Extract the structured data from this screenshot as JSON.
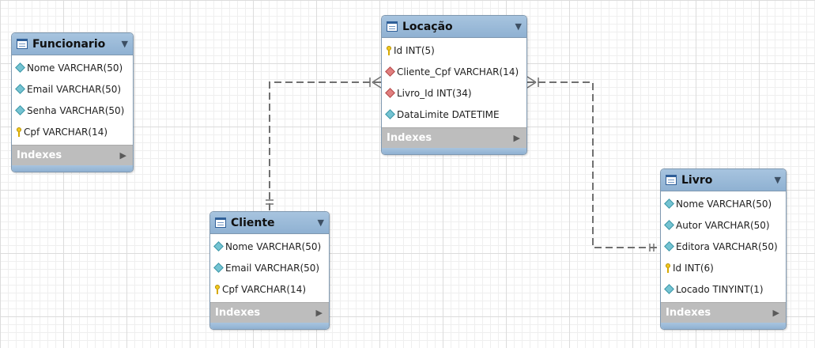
{
  "entities": {
    "funcionario": {
      "title": "Funcionario",
      "columns": [
        {
          "text": "Nome VARCHAR(50)",
          "icon": "attr"
        },
        {
          "text": "Email VARCHAR(50)",
          "icon": "attr"
        },
        {
          "text": "Senha VARCHAR(50)",
          "icon": "attr"
        },
        {
          "text": "Cpf VARCHAR(14)",
          "icon": "pk"
        }
      ],
      "indexes": "Indexes"
    },
    "locacao": {
      "title": "Locação",
      "columns": [
        {
          "text": "Id INT(5)",
          "icon": "pk"
        },
        {
          "text": "Cliente_Cpf VARCHAR(14)",
          "icon": "fk"
        },
        {
          "text": "Livro_Id INT(34)",
          "icon": "fk"
        },
        {
          "text": "DataLimite DATETIME",
          "icon": "attr"
        }
      ],
      "indexes": "Indexes"
    },
    "cliente": {
      "title": "Cliente",
      "columns": [
        {
          "text": "Nome VARCHAR(50)",
          "icon": "attr"
        },
        {
          "text": "Email VARCHAR(50)",
          "icon": "attr"
        },
        {
          "text": "Cpf VARCHAR(14)",
          "icon": "pk"
        }
      ],
      "indexes": "Indexes"
    },
    "livro": {
      "title": "Livro",
      "columns": [
        {
          "text": "Nome VARCHAR(50)",
          "icon": "attr"
        },
        {
          "text": "Autor VARCHAR(50)",
          "icon": "attr"
        },
        {
          "text": "Editora VARCHAR(50)",
          "icon": "attr"
        },
        {
          "text": "Id INT(6)",
          "icon": "pk"
        },
        {
          "text": "Locado TINYINT(1)",
          "icon": "attr"
        }
      ],
      "indexes": "Indexes"
    }
  },
  "icons": {
    "collapse": "▼",
    "expand": "▶",
    "attribute": "diamond-cyan-icon",
    "foreign_key": "diamond-red-icon",
    "primary_key": "key-icon",
    "table": "table-icon"
  },
  "colors": {
    "header": "#9bbbd9",
    "indexes_bar": "#bdbdbd",
    "attribute": "#74c3d2",
    "foreign_key": "#e07f7f",
    "primary_key": "#f2c81e",
    "connector": "#707070"
  }
}
